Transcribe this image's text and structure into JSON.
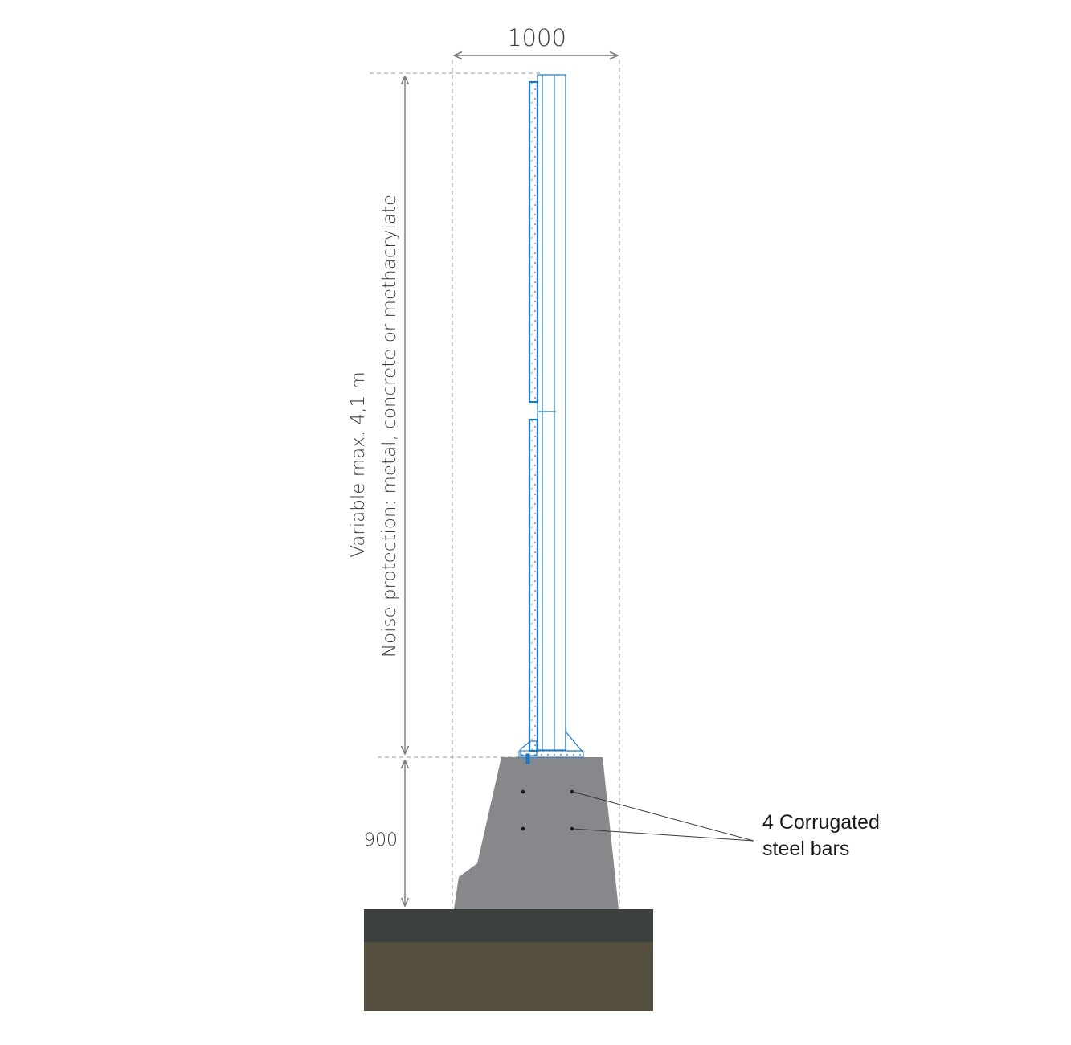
{
  "dimensions": {
    "width_label": "1000",
    "base_height_label": "900",
    "height_label_line1": "Variable max. 4,1 m",
    "height_label_line2": "Noise protection: metal, concrete or methacrylate"
  },
  "callout": {
    "line1": "4 Corrugated",
    "line2": "steel bars"
  },
  "colors": {
    "concrete": "#87888b",
    "asphalt": "#3b403d",
    "soil": "#544e3e",
    "panel_stroke": "#1f78c1",
    "dimension_line": "#7a7a7a"
  }
}
